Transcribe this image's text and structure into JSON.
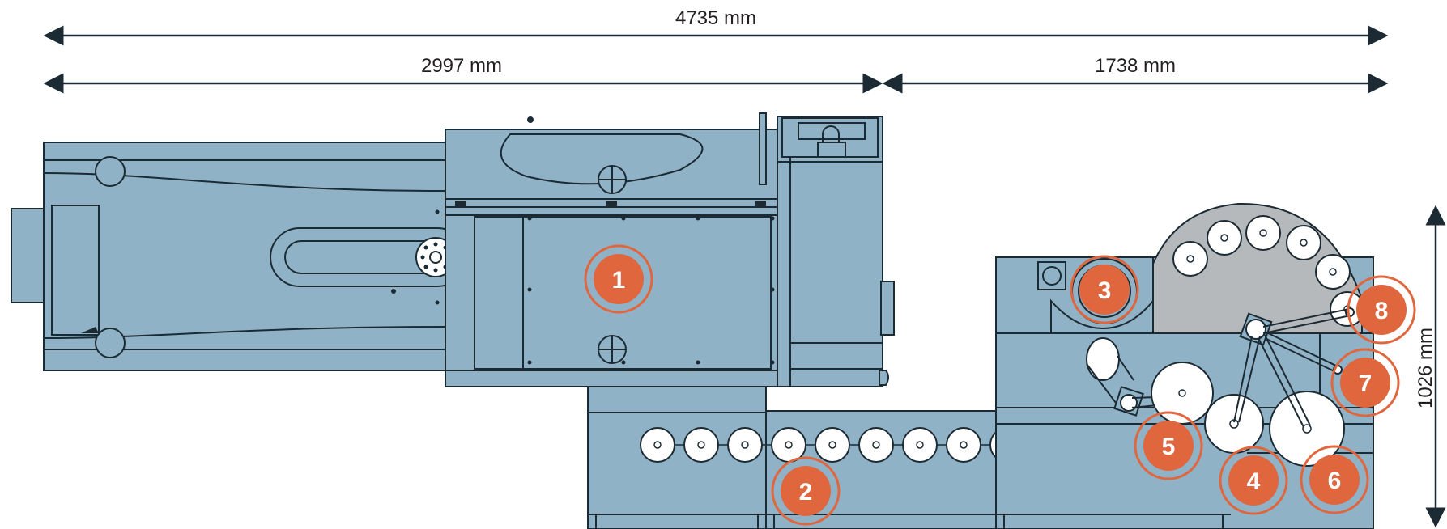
{
  "dimensions": {
    "total_length": "4735 mm",
    "left_section_length": "2997 mm",
    "right_section_length": "1738 mm",
    "height": "1026 mm"
  },
  "colors": {
    "machine_fill": "#8fb2c6",
    "outline": "#1c2a33",
    "badge_fill": "#e0663e",
    "badge_ring": "#e0663e",
    "turret_gray": "#b6b9bc"
  },
  "callouts": [
    {
      "label": "1"
    },
    {
      "label": "2"
    },
    {
      "label": "3"
    },
    {
      "label": "4"
    },
    {
      "label": "5"
    },
    {
      "label": "6"
    },
    {
      "label": "7"
    },
    {
      "label": "8"
    }
  ]
}
